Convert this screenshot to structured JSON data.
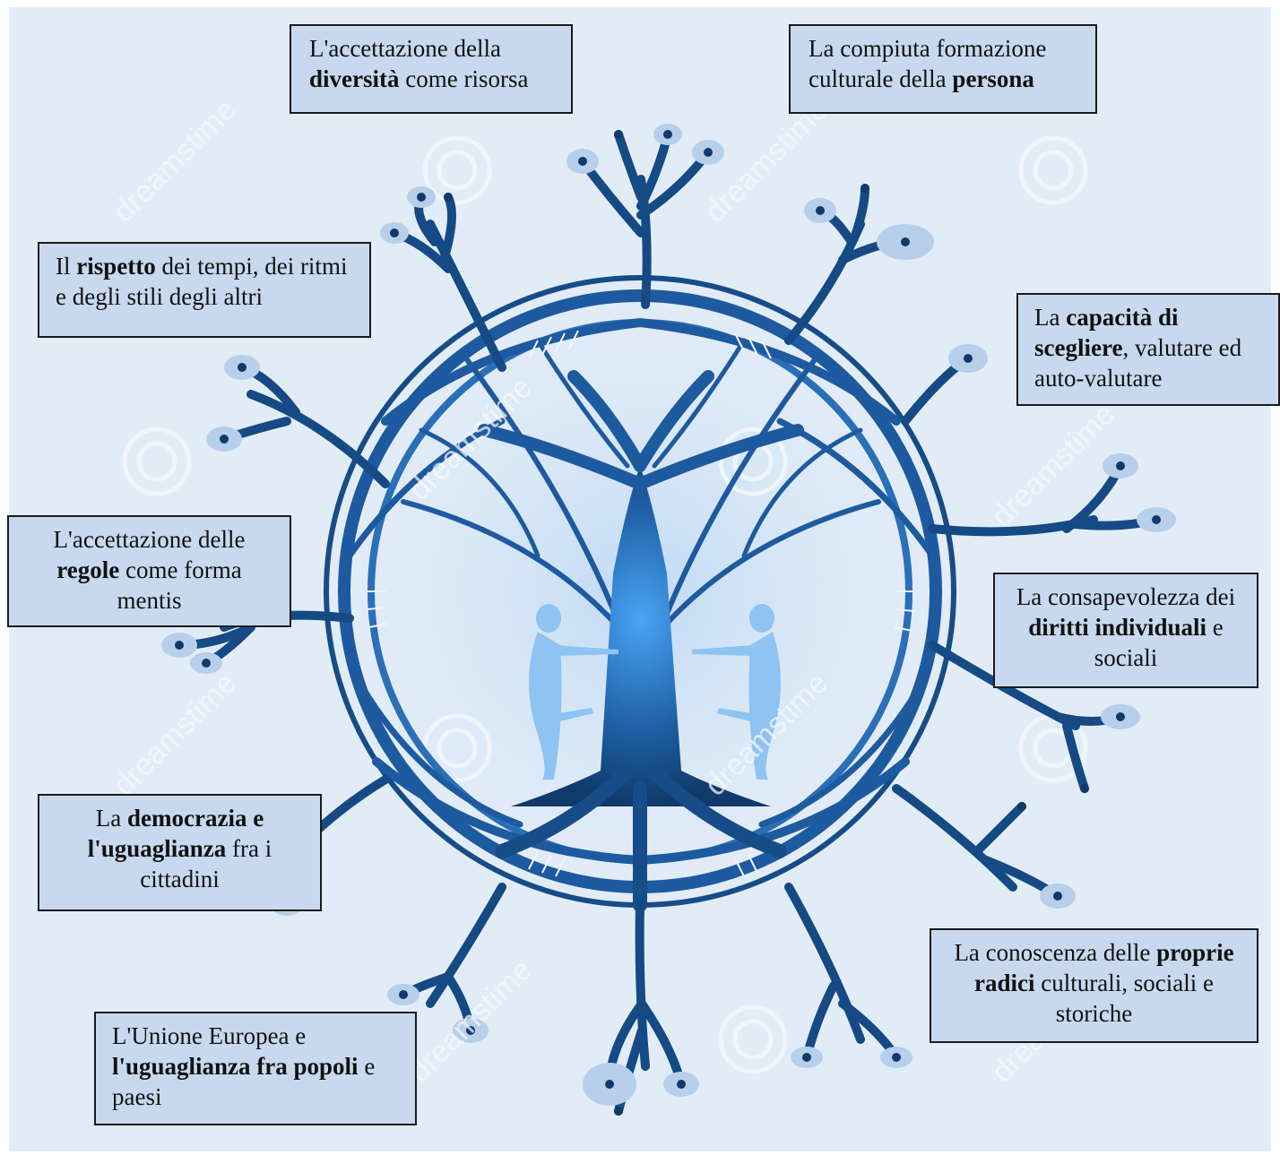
{
  "colors": {
    "background": "#e2ecf7",
    "box_fill": "#c8d9ef",
    "box_border": "#1a1a1a",
    "tree_dark": "#0f3a6a",
    "tree_mid": "#2166ad",
    "tree_light": "#4aa4f5"
  },
  "labels": {
    "diversita": [
      "L'accettazione della ",
      "diversità",
      " come risorsa"
    ],
    "formazione": [
      "La compiuta formazione culturale della ",
      "persona",
      ""
    ],
    "rispetto": [
      "Il ",
      "rispetto",
      " dei tempi, dei ritmi e degli stili degli altri"
    ],
    "scegliere": [
      "La ",
      "capacità di scegliere",
      ", valutare ed auto-valutare"
    ],
    "regole": [
      "L'accettazione delle ",
      "regole",
      " come forma mentis"
    ],
    "diritti": [
      "La consapevolezza dei ",
      "diritti individuali",
      " e sociali"
    ],
    "democrazia": [
      "La ",
      "democrazia e l'uguaglianza",
      " fra i cittadini"
    ],
    "radici": [
      "La conoscenza delle ",
      "proprie radici",
      " culturali, sociali e storiche"
    ],
    "europa": [
      "L'Unione Europea e ",
      "l'uguaglianza fra popoli",
      " e paesi"
    ]
  },
  "watermark": "dreamstime",
  "icons": {
    "tree": "tree-of-life-icon",
    "figures": "dancing-figure-icon",
    "watermark": "spiral-watermark-icon"
  }
}
